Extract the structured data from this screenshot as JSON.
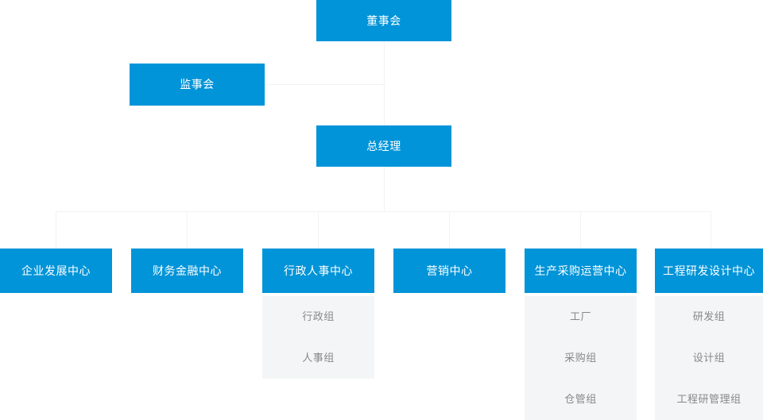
{
  "chart": {
    "type": "org-chart",
    "title": "",
    "theme": {
      "primary_color": "#0194d8",
      "primary_text_color": "#ffffff",
      "sub_color": "#f4f5f6",
      "sub_text_color": "#888888",
      "connector_color": "#f2f3f4",
      "background": "#ffffff"
    },
    "levels": [
      {
        "level": 1,
        "nodes": [
          {
            "id": "board",
            "label": "董事会",
            "kind": "primary"
          }
        ]
      },
      {
        "level": 2,
        "nodes": [
          {
            "id": "supervisors",
            "label": "监事会",
            "kind": "primary"
          }
        ]
      },
      {
        "level": 3,
        "nodes": [
          {
            "id": "gm",
            "label": "总经理",
            "kind": "primary"
          }
        ]
      },
      {
        "level": 4,
        "nodes": [
          {
            "id": "dept1",
            "label": "企业发展中心",
            "kind": "primary",
            "children": []
          },
          {
            "id": "dept2",
            "label": "财务金融中心",
            "kind": "primary",
            "children": []
          },
          {
            "id": "dept3",
            "label": "行政人事中心",
            "kind": "primary",
            "children": [
              {
                "id": "dept3-g1",
                "label": "行政组"
              },
              {
                "id": "dept3-g2",
                "label": "人事组"
              }
            ]
          },
          {
            "id": "dept4",
            "label": "营销中心",
            "kind": "primary",
            "children": []
          },
          {
            "id": "dept5",
            "label": "生产采购运营中心",
            "kind": "primary",
            "children": [
              {
                "id": "dept5-g1",
                "label": "工厂"
              },
              {
                "id": "dept5-g2",
                "label": "采购组"
              },
              {
                "id": "dept5-g3",
                "label": "仓管组"
              }
            ]
          },
          {
            "id": "dept6",
            "label": "工程研发设计中心",
            "kind": "primary",
            "children": [
              {
                "id": "dept6-g1",
                "label": "研发组"
              },
              {
                "id": "dept6-g2",
                "label": "设计组"
              },
              {
                "id": "dept6-g3",
                "label": "工程研管理组"
              }
            ]
          }
        ]
      }
    ]
  }
}
